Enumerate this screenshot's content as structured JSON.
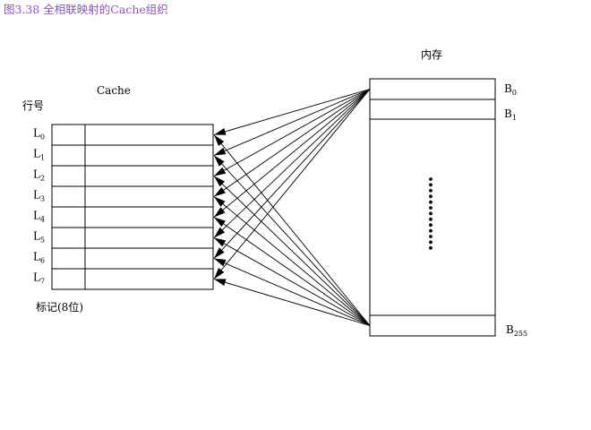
{
  "title": "图3.38 全相联映射的Cache组织",
  "colors": {
    "title": "#8c52c9",
    "line": "#000000"
  },
  "memory": {
    "label": "内存",
    "blocks": [
      {
        "main": "B",
        "sub": "0"
      },
      {
        "main": "B",
        "sub": "1"
      },
      {
        "main": "B",
        "sub": "255"
      }
    ]
  },
  "cache": {
    "label": "Cache",
    "row_header": "行号",
    "tag_label": "标记(8位)",
    "rows": [
      {
        "main": "L",
        "sub": "0"
      },
      {
        "main": "L",
        "sub": "1"
      },
      {
        "main": "L",
        "sub": "2"
      },
      {
        "main": "L",
        "sub": "3"
      },
      {
        "main": "L",
        "sub": "4"
      },
      {
        "main": "L",
        "sub": "5"
      },
      {
        "main": "L",
        "sub": "6"
      },
      {
        "main": "L",
        "sub": "7"
      }
    ]
  }
}
